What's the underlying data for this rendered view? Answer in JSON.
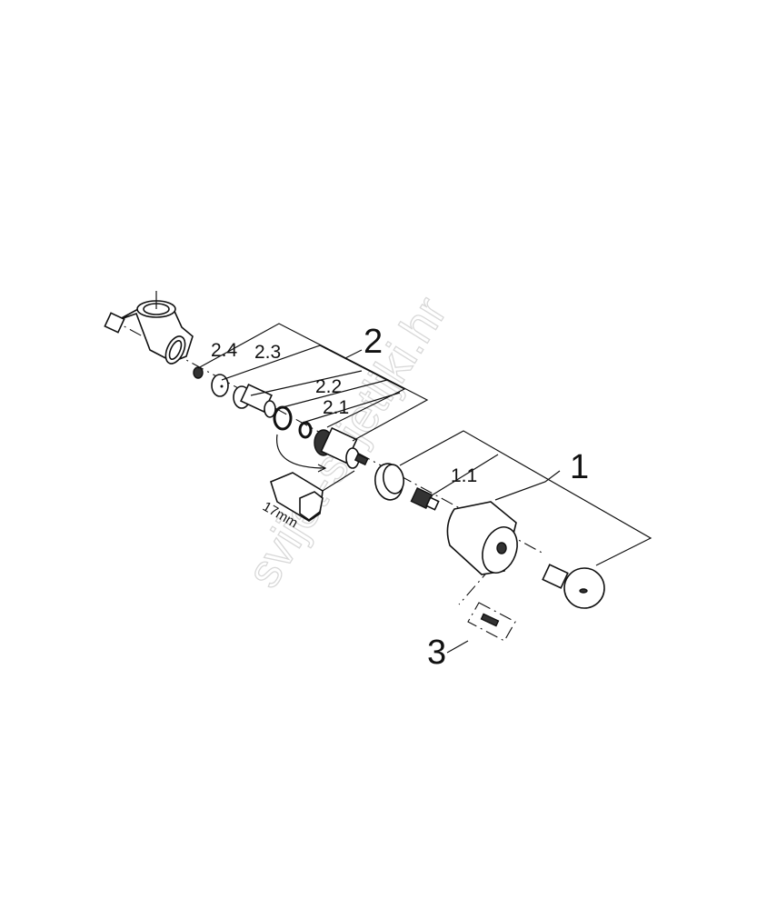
{
  "diagram": {
    "labels": {
      "group_2": "2",
      "part_2_1": "2.1",
      "part_2_2": "2.2",
      "part_2_3": "2.3",
      "part_2_4": "2.4",
      "group_1": "1",
      "part_1_1": "1.1",
      "group_3": "3",
      "wrench_size": "17mm"
    },
    "watermark": "svijet-svjetljki.hr"
  }
}
